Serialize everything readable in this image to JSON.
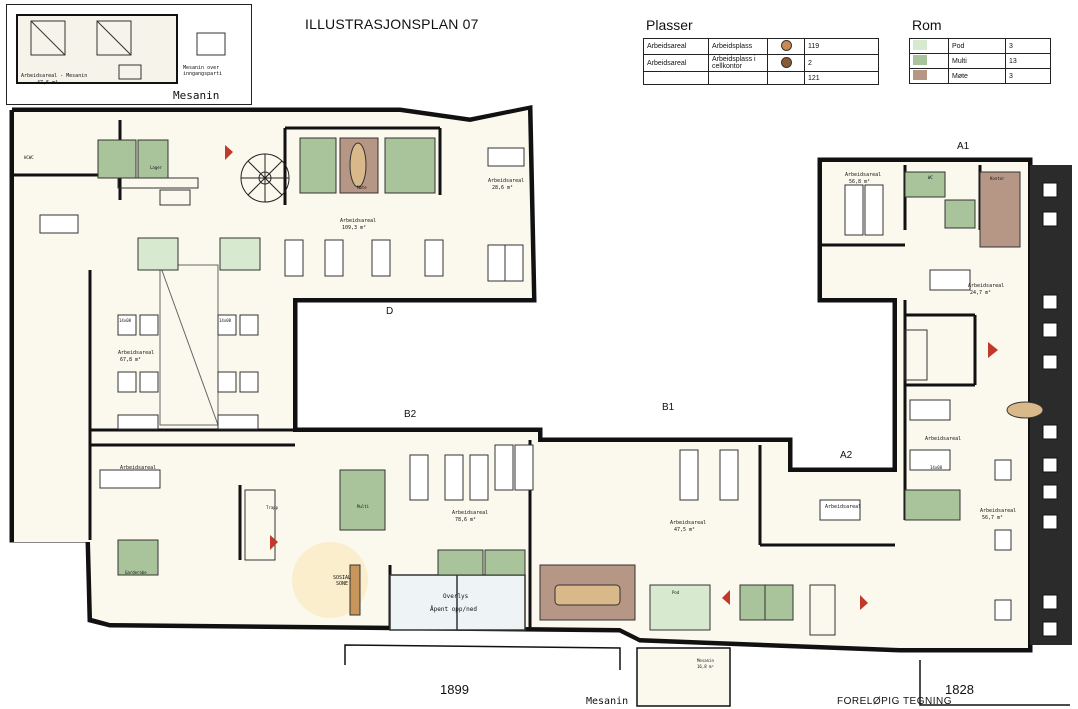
{
  "title": "ILLUSTRASJONSPLAN 07",
  "mezzanine_inset": {
    "label": "Mesanin",
    "area_label_1": "Arbeidsareal - Mesanin",
    "area_value_1": "47,6 m²",
    "area_label_2": "Mesanin over inngangsparti"
  },
  "plasser": {
    "heading": "Plasser",
    "rows": [
      {
        "type": "Arbeidsareal",
        "kind": "Arbeidsplass",
        "count": "119"
      },
      {
        "type": "Arbeidsareal",
        "kind": "Arbeidsplass i cellkontor",
        "count": "2"
      }
    ],
    "total": "121"
  },
  "rom": {
    "heading": "Rom",
    "rows": [
      {
        "name": "Pod",
        "count": "3",
        "color": "#d7e9cf"
      },
      {
        "name": "Multi",
        "count": "13",
        "color": "#a9c49a"
      },
      {
        "name": "Møte",
        "count": "3",
        "color": "#b69685"
      }
    ]
  },
  "wings": {
    "a1": "A1",
    "a2": "A2",
    "b1": "B1",
    "b2": "B2",
    "d": "D"
  },
  "years": {
    "left": "1899",
    "right": "1828"
  },
  "bottom_mezzanine": "Mesanin",
  "status": "FORELØPIG TEGNING",
  "rooms": {
    "ark_d_top": "Arbeidsareal",
    "ark_d_top_area": "109,3 m²",
    "ark_d_left": "Arbeidsareal",
    "ark_d_left_area": "67,8 m²",
    "ark_corner": "Arbeidsareal",
    "ark_corner_area": "28,6 m²",
    "ark_b2_left": "Arbeidsareal",
    "ark_b2_mid": "Arbeidsareal",
    "ark_b2_mid_area": "78,6 m²",
    "ark_b1": "Arbeidsareal",
    "ark_b1_area": "47,5 m²",
    "ark_a1_top": "Arbeidsareal",
    "ark_a1_top_area": "56,8 m²",
    "ark_a1_mid": "Arbeidsareal",
    "ark_a1_mid_area": "24,7 m²",
    "ark_a1_low": "Arbeidsareal",
    "ark_a2": "Arbeidsareal",
    "ark_a1_right": "Arbeidsareal",
    "ark_a1_right_area": "56,7 m²",
    "sosial": "SOSIAL SONE",
    "overlys": "Overlys",
    "apent": "Åpent opp/ned",
    "mote": "Møte",
    "multi": "Multi",
    "pod": "Pod",
    "wc": "WC",
    "hcwc": "HCWC",
    "trapp": "Trapp",
    "garderobe": "Garderobe",
    "lager": "Lager",
    "kontor": "Kontor",
    "tekst_14": "14x08",
    "mesanin_room": "Mesanin",
    "mesanin_room_area": "16,8 m²"
  }
}
